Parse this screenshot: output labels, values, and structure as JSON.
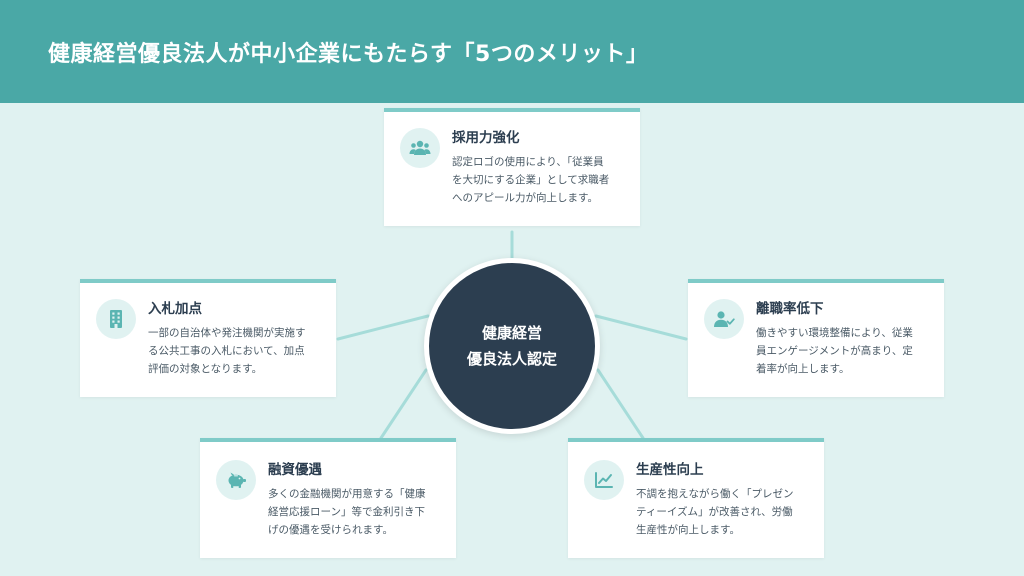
{
  "header": {
    "title": "健康経営優良法人が中小企業にもたらす「5つのメリット」"
  },
  "center": {
    "label": "健康経営\n優良法人認定"
  },
  "merits": [
    {
      "title": "採用力強化",
      "icon": "users-icon",
      "desc": [
        "認定ロゴの使用により、「従業員",
        "を大切にする企業」として求職者",
        "へのアピール力が向上します。"
      ]
    },
    {
      "title": "入札加点",
      "icon": "building-icon",
      "desc": [
        "一部の自治体や発注機関が実施す",
        "る公共工事の入札において、加点",
        "評価の対象となります。"
      ]
    },
    {
      "title": "離職率低下",
      "icon": "user-check-icon",
      "desc": [
        "働きやすい環境整備により、従業",
        "員エンゲージメントが高まり、定",
        "着率が向上します。"
      ]
    },
    {
      "title": "融資優遇",
      "icon": "piggy-bank-icon",
      "desc": [
        "多くの金融機関が用意する「健康",
        "経営応援ローン」等で金利引き下",
        "げの優遇を受けられます。"
      ]
    },
    {
      "title": "生産性向上",
      "icon": "chart-line-icon",
      "desc": [
        "不調を抱えながら働く「プレゼン",
        "ティーイズム」が改善され、労働",
        "生産性が向上します。"
      ]
    }
  ],
  "colors": {
    "header_bg": "#4aa8a6",
    "page_bg": "#e0f2f1",
    "accent": "#7fcbc8",
    "icon": "#5bb5b2",
    "center_bg": "#2c3e50"
  }
}
